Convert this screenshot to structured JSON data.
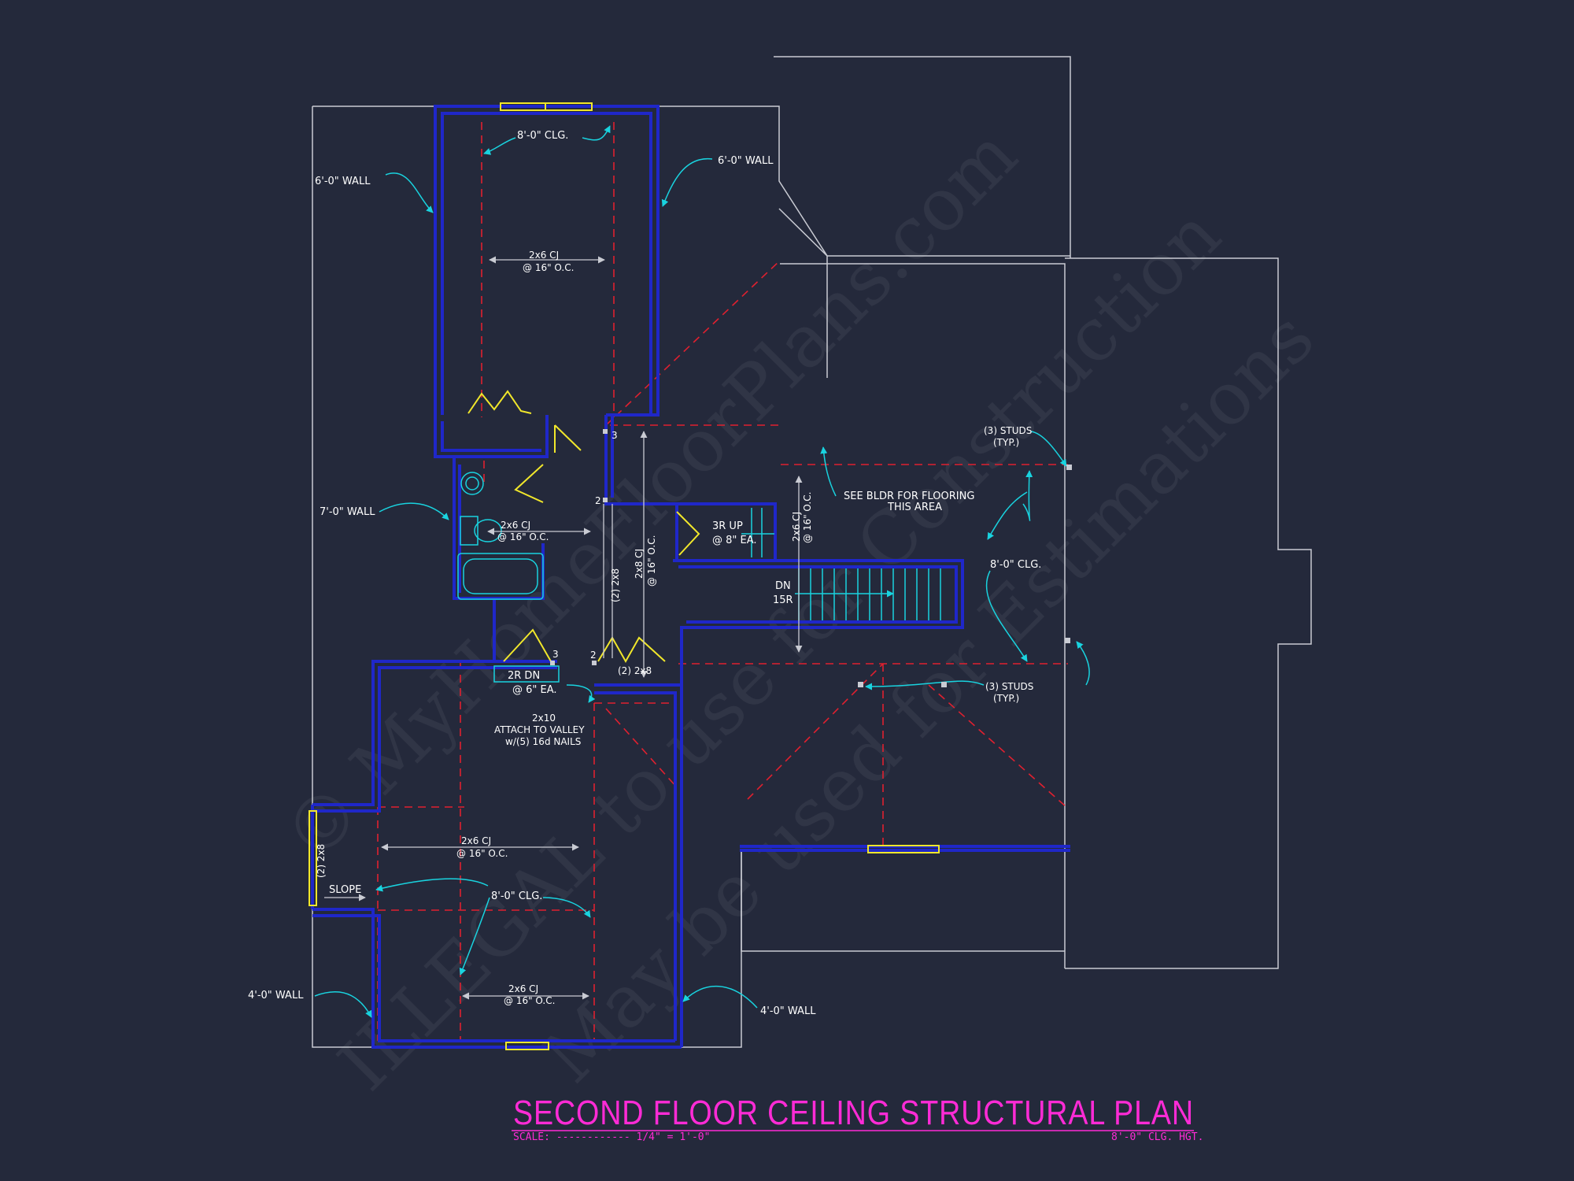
{
  "drawing": {
    "title": "SECOND FLOOR CEILING STRUCTURAL PLAN",
    "scale_label": "SCALE: ------------ 1/4\" = 1'-0\"",
    "ceiling_height_label": "8'-0\" CLG. HGT."
  },
  "watermark": {
    "line1": "© MyHomeFloorPlans.com",
    "line2": "ILLEGAL to use for Construction",
    "line3": "May be used for Estimations"
  },
  "annotations": {
    "clg_top": "8'-0\" CLG.",
    "wall_6_left": "6'-0\" WALL",
    "wall_6_right": "6'-0\" WALL",
    "cj_top_1": "2x6 CJ",
    "cj_top_2": "@ 16\" O.C.",
    "wall_7": "7'-0\" WALL",
    "cj_bath_1": "2x6 CJ",
    "cj_bath_2": "@ 16\" O.C.",
    "hdr_2x8_vert": "(2) 2x8",
    "cj_2x8_1": "2x8 CJ",
    "cj_2x8_2": "@ 16\" O.C.",
    "riser_up_1": "3R UP",
    "riser_up_2": "@ 8\" EA.",
    "cj_stair_1": "2x6 CJ",
    "cj_stair_2": "@ 16\" O.C.",
    "stair_dn_1": "DN",
    "stair_dn_2": "15R",
    "see_bldr_1": "SEE BLDR FOR FLOORING",
    "see_bldr_2": "THIS AREA",
    "studs_top_1": "(3) STUDS",
    "studs_top_2": "(TYP.)",
    "clg_right": "8'-0\" CLG.",
    "studs_bottom_1": "(3) STUDS",
    "studs_bottom_2": "(TYP.)",
    "riser_dn_1": "2R DN",
    "riser_dn_2": "@ 6\" EA.",
    "hdr_2x8_mid": "(2) 2x8",
    "valley_1": "2x10",
    "valley_2": "ATTACH TO VALLEY",
    "valley_3": "w/(5) 16d NAILS",
    "cj_lower_1": "2x6 CJ",
    "cj_lower_2": "@ 16\" O.C.",
    "hdr_2x8_left": "(2) 2x8",
    "slope": "SLOPE",
    "clg_lower": "8'-0\" CLG.",
    "cj_bottom_1": "2x6 CJ",
    "cj_bottom_2": "@ 16\" O.C.",
    "wall_4_left": "4'-0\" WALL",
    "wall_4_right": "4'-0\" WALL",
    "num_3a": "3",
    "num_2a": "2",
    "num_3b": "3",
    "num_2b": "2"
  },
  "colors": {
    "background": "#24293b",
    "wall": "#1f27c9",
    "outline": "#c9cbd3",
    "leader": "#19d3df",
    "framing": "#e0202f",
    "fixture": "#f1e72b",
    "title": "#ff2bd6"
  }
}
